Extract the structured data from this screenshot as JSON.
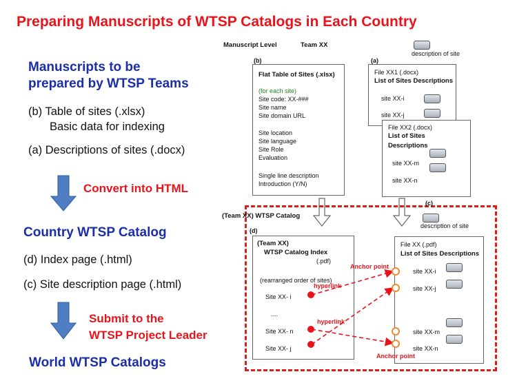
{
  "title": "Preparing Manuscripts of WTSP Catalogs in Each Country",
  "left": {
    "section1_l1": "Manuscripts to be",
    "section1_l2": "prepared by WTSP Teams",
    "item_b": "(b) Table of sites (.xlsx)",
    "item_b_sub": "Basic data for indexing",
    "item_a": "(a) Descriptions of sites (.docx)",
    "convert": "Convert into HTML",
    "section2": "Country WTSP Catalog",
    "item_d": "(d) Index page (.html)",
    "item_c": "(c) Site description page (.html)",
    "submit_l1": "Submit to the",
    "submit_l2": "WTSP Project Leader",
    "section3": "World WTSP Catalogs"
  },
  "top": {
    "level": "Manuscript Level",
    "team": "Team XX",
    "legend": "description of site"
  },
  "box_b": {
    "tag": "(b)",
    "title": "Flat Table of Sites (.xlsx)",
    "for_each": "(for each site)",
    "fields": [
      "Site code:   XX-###",
      "Site name",
      "Site domain URL",
      "",
      "Site location",
      "Site language",
      "Site Role",
      "Evaluation",
      "",
      "Single line description",
      "Introduction  (Y/N)"
    ]
  },
  "box_a": {
    "tag": "(a)",
    "file": "File  XX1    (.docx)",
    "title": "List of Sites Descriptions",
    "site_i": "site  XX-i",
    "site_j": "site  XX-j"
  },
  "box_a2": {
    "file": "File  XX2   (.docx)",
    "title_l1": "List of Sites",
    "title_l2": "Descriptions",
    "site_m": "site  XX-m",
    "site_n": "site  XX-n"
  },
  "catalog": {
    "label": "(Team XX) WTSP Catalog",
    "tag_c": "(c)",
    "legend": "description of site"
  },
  "box_d": {
    "tag": "(d)",
    "team": "(Team XX)",
    "title": "WTSP Catalog Index",
    "ext": "(.pdf)",
    "order": "(rearranged order of sites)",
    "site_i": "Site  XX- i",
    "dots": "....",
    "site_n": "Site  XX- n",
    "site_j": "Site  XX- j"
  },
  "box_c": {
    "file": "File  XX    (.pdf)",
    "title": "List of Sites Descriptions",
    "site_i": "site  XX-i",
    "site_j": "site  XX-j",
    "site_m": "site  XX-m",
    "site_n": "site  XX-n"
  },
  "annotations": {
    "anchor_top": "Anchor point",
    "hyperlink_top": "hyperlink",
    "hyperlink_mid": "hyperlink",
    "anchor_bottom": "Anchor point"
  }
}
